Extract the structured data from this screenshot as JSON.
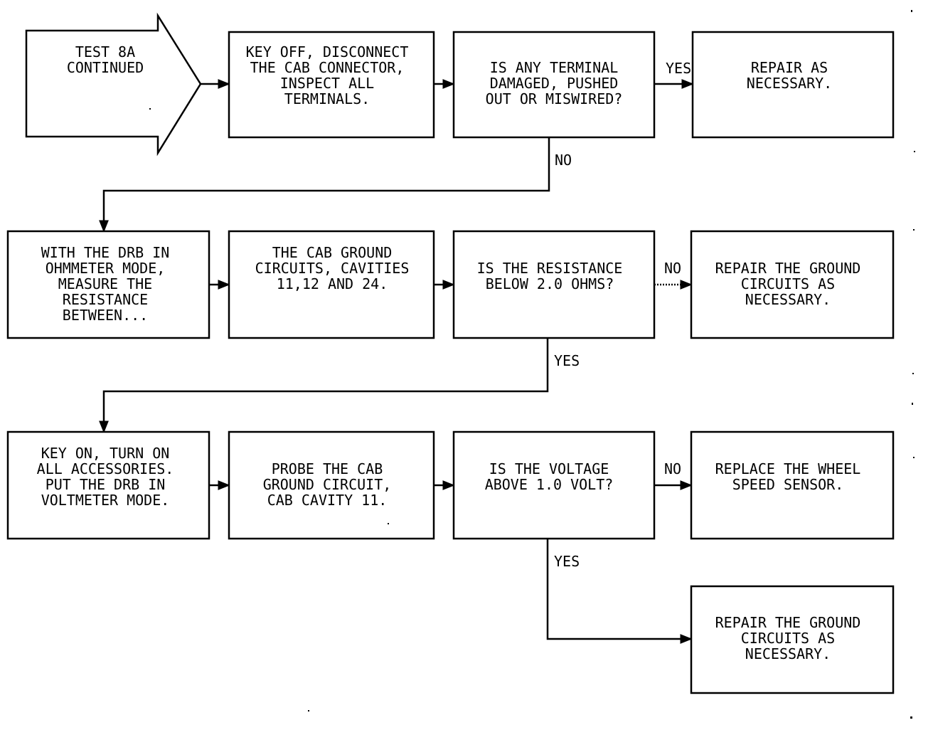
{
  "flowchart": {
    "start": {
      "lines": [
        "TEST 8A",
        "CONTINUED"
      ]
    },
    "row1": {
      "step": {
        "lines": [
          "KEY OFF, DISCONNECT",
          "THE CAB CONNECTOR,",
          "INSPECT ALL",
          "TERMINALS."
        ]
      },
      "question": {
        "lines": [
          "IS ANY TERMINAL",
          "DAMAGED, PUSHED",
          "OUT OR MISWIRED?"
        ]
      },
      "yes_label": "YES",
      "yes_result": {
        "lines": [
          "REPAIR AS",
          "NECESSARY."
        ]
      },
      "no_label": "NO"
    },
    "row2": {
      "step1": {
        "lines": [
          "WITH THE DRB IN",
          "OHMMETER MODE,",
          "MEASURE THE",
          "RESISTANCE",
          "BETWEEN..."
        ]
      },
      "step2": {
        "lines": [
          "THE CAB GROUND",
          "CIRCUITS, CAVITIES",
          "11,12 AND 24."
        ]
      },
      "question": {
        "lines": [
          "IS THE RESISTANCE",
          "BELOW 2.0 OHMS?"
        ]
      },
      "no_label": "NO",
      "no_result": {
        "lines": [
          "REPAIR THE GROUND",
          "CIRCUITS AS",
          "NECESSARY."
        ]
      },
      "yes_label": "YES"
    },
    "row3": {
      "step1": {
        "lines": [
          "KEY ON, TURN ON",
          "ALL ACCESSORIES.",
          "PUT THE DRB IN",
          "VOLTMETER MODE."
        ]
      },
      "step2": {
        "lines": [
          "PROBE THE CAB",
          "GROUND CIRCUIT,",
          "CAB CAVITY 11."
        ]
      },
      "question": {
        "lines": [
          "IS THE VOLTAGE",
          "ABOVE 1.0 VOLT?"
        ]
      },
      "no_label": "NO",
      "no_result": {
        "lines": [
          "REPLACE THE WHEEL",
          "SPEED SENSOR."
        ]
      },
      "yes_label": "YES",
      "yes_result": {
        "lines": [
          "REPAIR THE GROUND",
          "CIRCUITS AS",
          "NECESSARY."
        ]
      }
    }
  }
}
